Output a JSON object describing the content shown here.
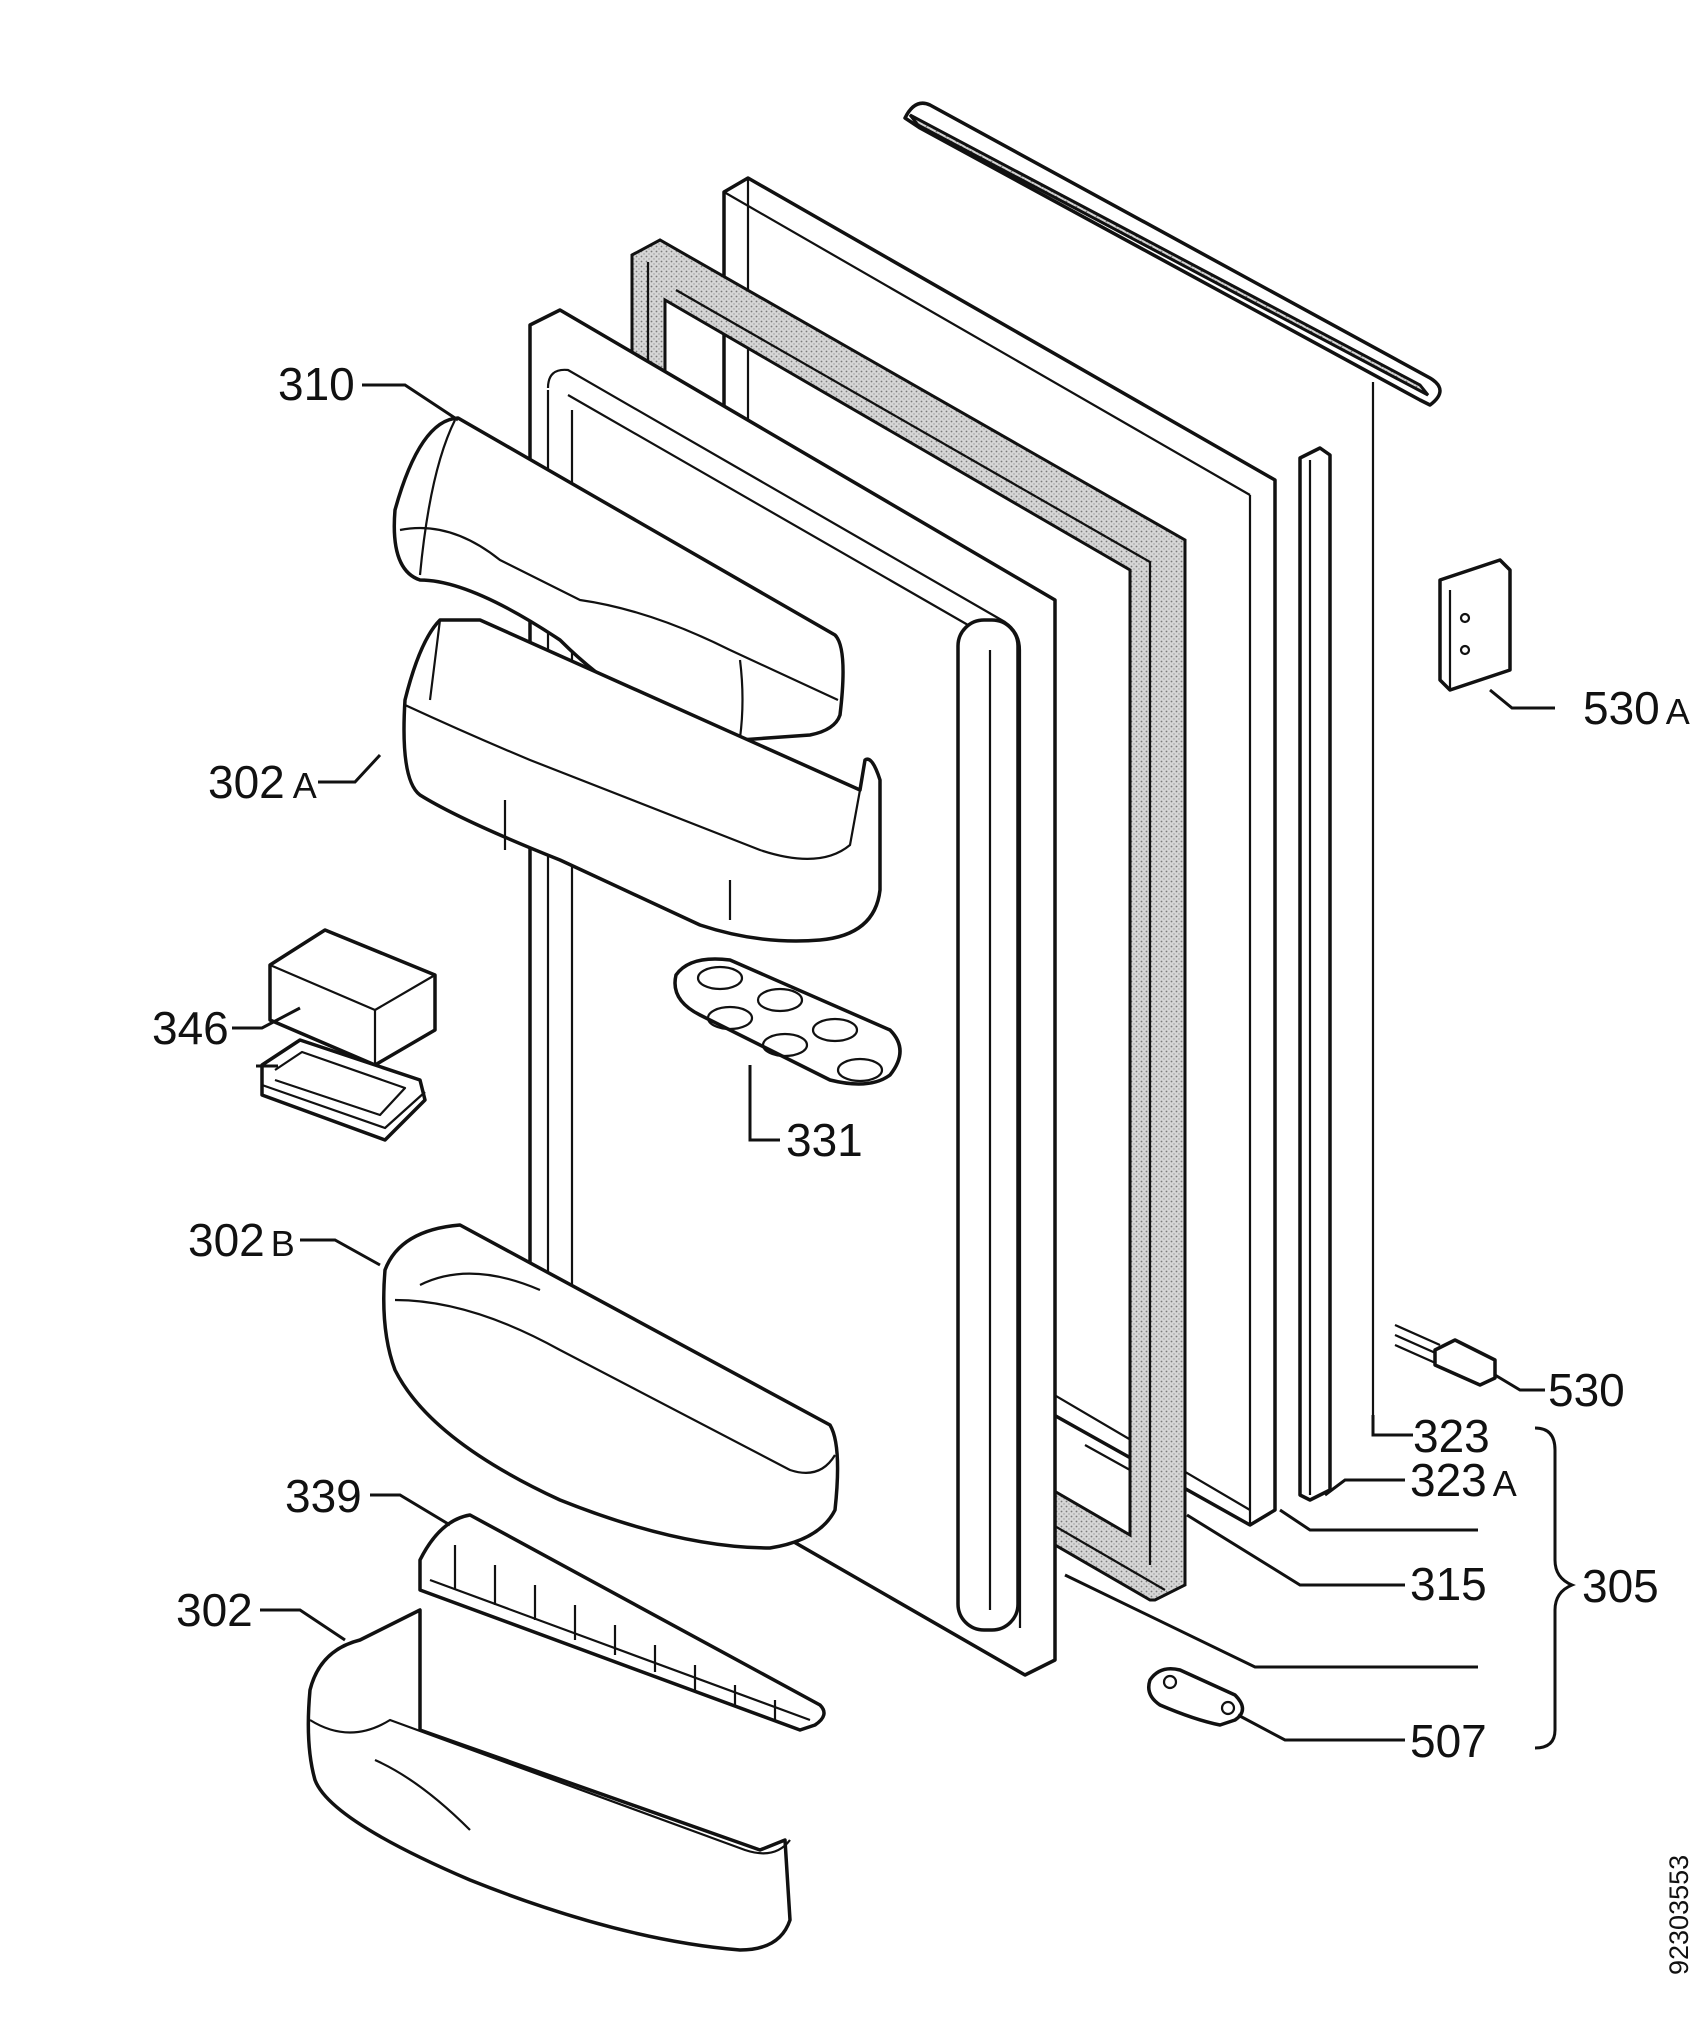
{
  "diagram": {
    "document_ref": "92303553",
    "callouts": [
      {
        "id": "310",
        "label": "310",
        "suffix": ""
      },
      {
        "id": "302A",
        "label": "302",
        "suffix": "A"
      },
      {
        "id": "346",
        "label": "346",
        "suffix": ""
      },
      {
        "id": "331",
        "label": "331",
        "suffix": ""
      },
      {
        "id": "302B",
        "label": "302",
        "suffix": "B"
      },
      {
        "id": "339",
        "label": "339",
        "suffix": ""
      },
      {
        "id": "302",
        "label": "302",
        "suffix": ""
      },
      {
        "id": "530A",
        "label": "530",
        "suffix": "A"
      },
      {
        "id": "530",
        "label": "530",
        "suffix": ""
      },
      {
        "id": "323",
        "label": "323",
        "suffix": ""
      },
      {
        "id": "323A",
        "label": "323",
        "suffix": "A"
      },
      {
        "id": "315",
        "label": "315",
        "suffix": ""
      },
      {
        "id": "305",
        "label": "305",
        "suffix": ""
      },
      {
        "id": "507",
        "label": "507",
        "suffix": ""
      }
    ]
  }
}
